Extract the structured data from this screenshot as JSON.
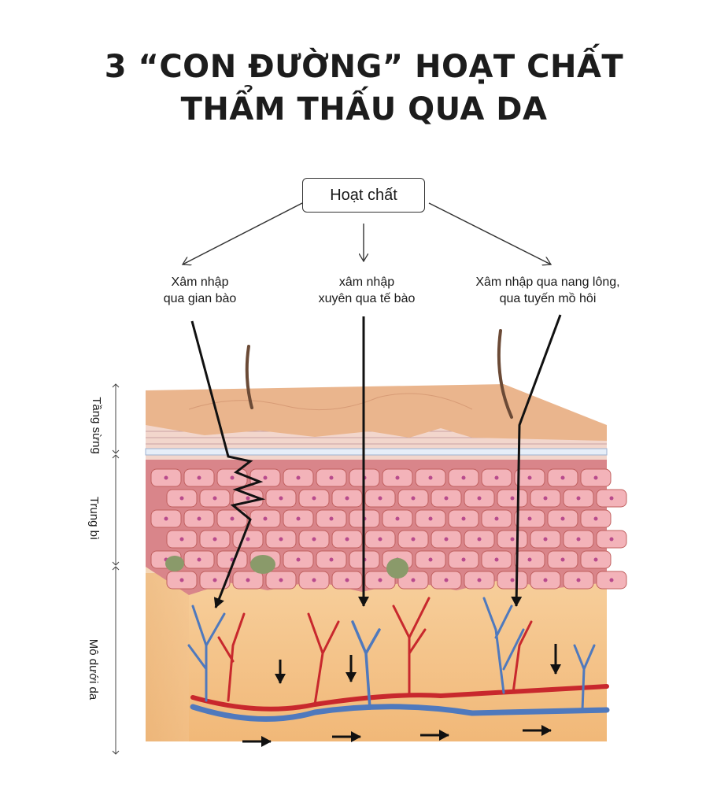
{
  "title": {
    "line1": "3 “CON ĐƯỜNG” HOẠT CHẤT",
    "line2": "THẨM THẤU QUA DA"
  },
  "source": {
    "label": "Hoạt chất"
  },
  "routes": [
    {
      "line1": "Xâm nhập",
      "line2": "qua gian bào"
    },
    {
      "line1": "xâm nhập",
      "line2": "xuyên qua tế bào"
    },
    {
      "line1": "Xâm nhập qua nang lông,",
      "line2": "qua tuyến mồ hôi"
    }
  ],
  "layers": [
    {
      "label": "Tầng sừng"
    },
    {
      "label": "Trung bì"
    },
    {
      "label": "Mô dưới da"
    }
  ],
  "colors": {
    "surface": "#e8b48a",
    "cells": "#f3b3b9",
    "cell_border": "#c0605f",
    "dermis": "#f4c389",
    "artery": "#c8282d",
    "vein": "#4f79bd"
  }
}
